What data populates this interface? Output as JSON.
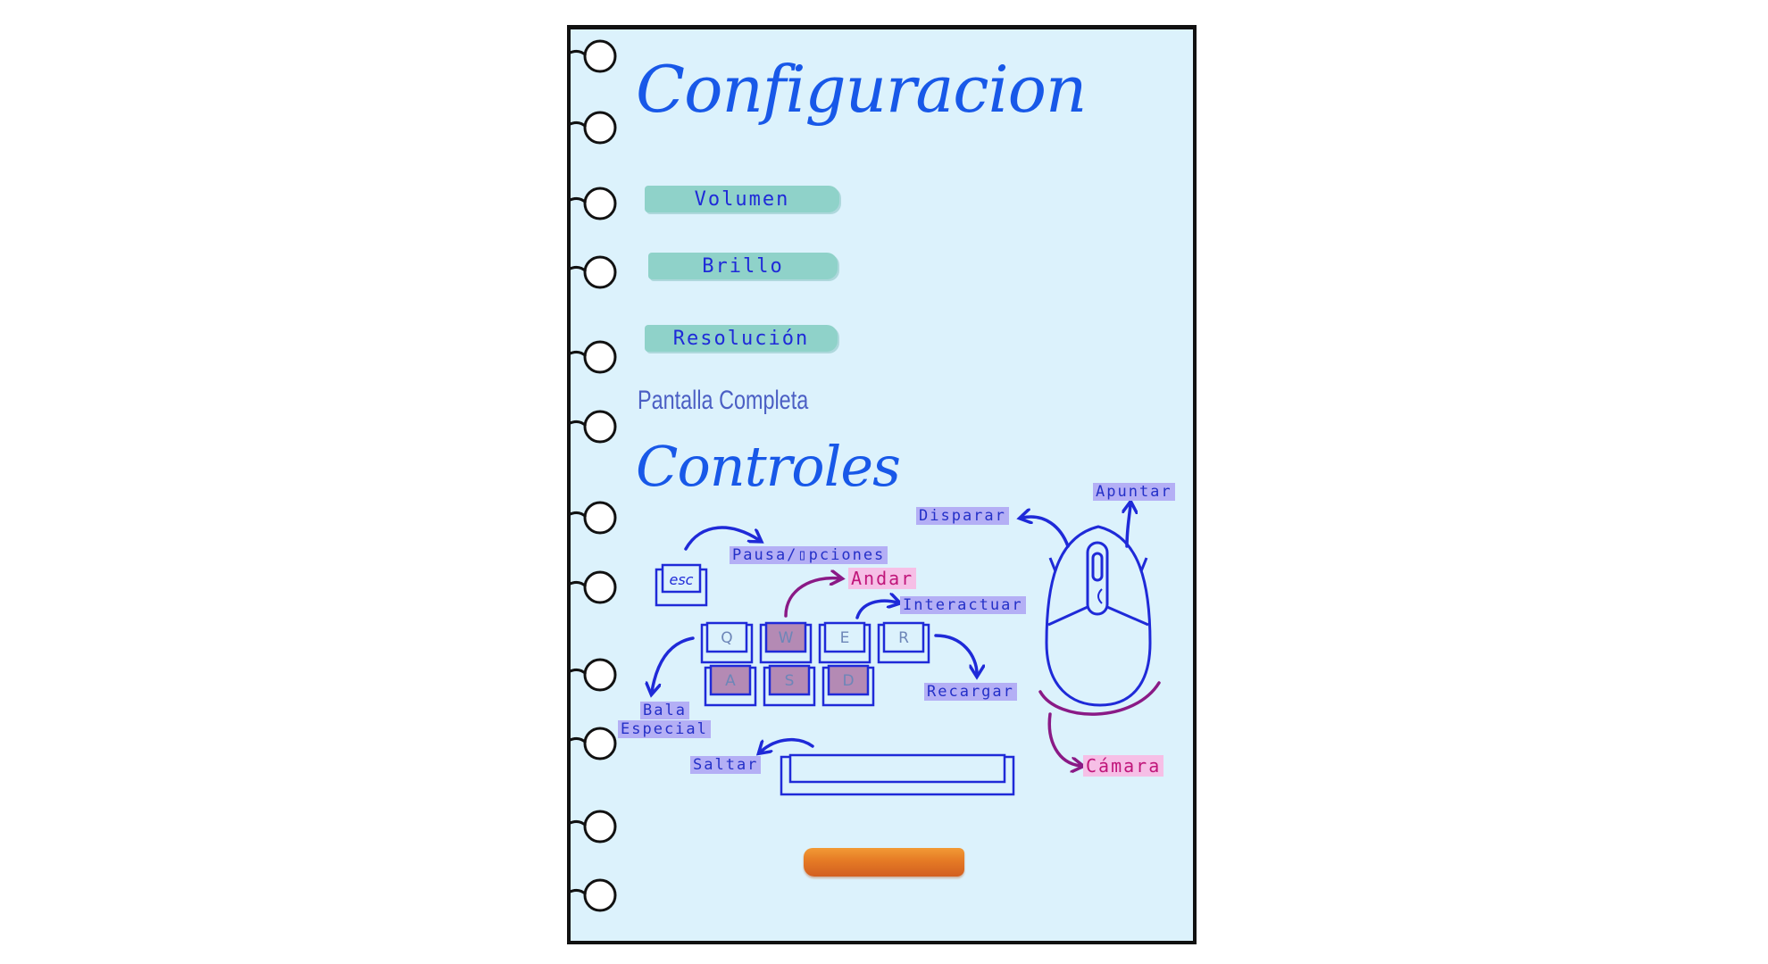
{
  "page": {
    "title": "Configuracion",
    "controls_title": "Controles"
  },
  "menu": {
    "volume": "Volumen",
    "brightness": "Brillo",
    "resolution": "Resolución",
    "fullscreen": "Pantalla Completa"
  },
  "keys": {
    "esc": "esc",
    "q": "Q",
    "w": "W",
    "e": "E",
    "r": "R",
    "a": "A",
    "s": "S",
    "d": "D"
  },
  "labels": {
    "pause": "Pausa/▯pciones",
    "walk": "Andar",
    "interact": "Interactuar",
    "reload": "Recargar",
    "special_1": "Bala",
    "special_2": "Especial",
    "jump": "Saltar",
    "shoot": "Disparar",
    "aim": "Apuntar",
    "camera": "Cámara"
  },
  "colors": {
    "paper": "#dcf2fc",
    "title_blue": "#1858e8",
    "key_blue": "#1f2ad8",
    "key_highlight": "#b48ab4",
    "button_teal": "#8fd2c9",
    "label_purple": "#b4aff5",
    "label_pink": "#f6bfe6",
    "arrow_magenta": "#8a1a86",
    "accent_orange": "#e57a25"
  }
}
